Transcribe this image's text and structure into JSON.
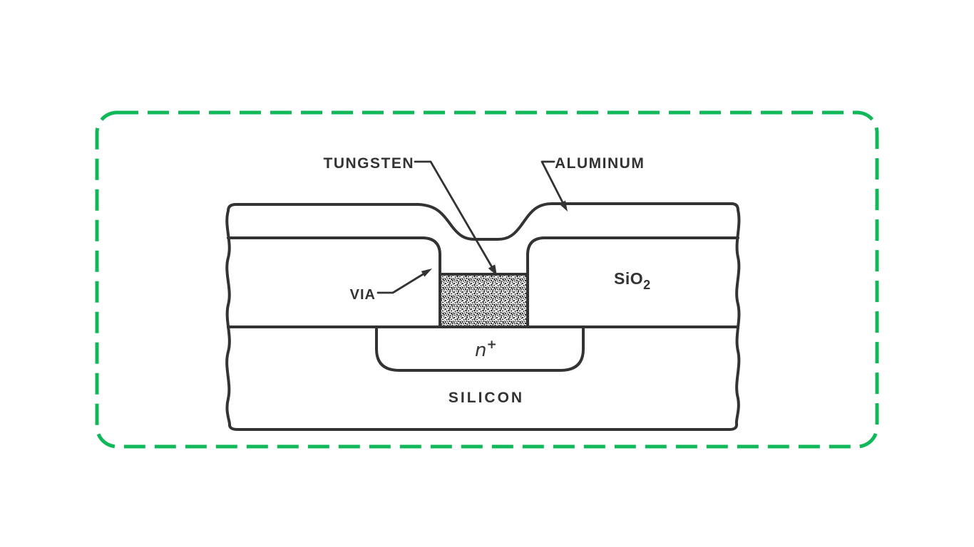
{
  "figure": {
    "colors": {
      "frame": "#10b859",
      "ink": "#333333",
      "background": "#ffffff"
    },
    "labels": {
      "tungsten": "TUNGSTEN",
      "aluminum": "ALUMINUM",
      "via": "VIA",
      "oxide": "SiO",
      "oxide_subscript": "2",
      "doped": "n",
      "doped_superscript": "+",
      "substrate": "SILICON"
    }
  }
}
